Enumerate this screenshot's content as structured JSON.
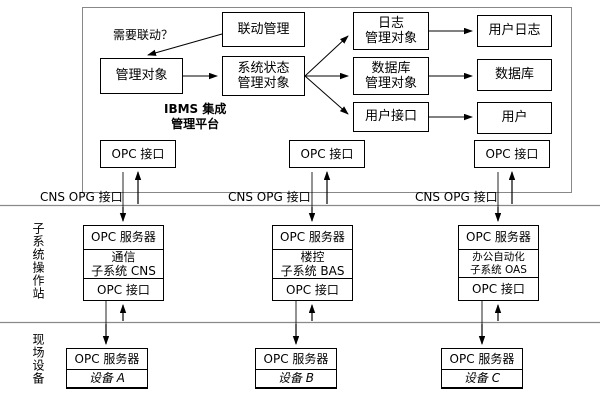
{
  "diagram": {
    "title_label": "IBMS 集成\n管理平台",
    "ibms": {
      "platform_line1": "IBMS 集成",
      "platform_line2": "管理平台",
      "question_label": "需要联动？",
      "boxes": {
        "linkage_management": "联动管理",
        "managed_object": "管理对象",
        "system_status_line1": "系统状态",
        "system_status_line2": "管理对象",
        "log_manage_line1": "日志",
        "log_manage_line2": "管理对象",
        "db_manage_line1": "数据库",
        "db_manage_line2": "管理对象",
        "user_interface": "用户接口",
        "user_log": "用户日志",
        "database": "数据库",
        "user": "用户"
      },
      "opc_interface_left": "OPC 接口",
      "opc_interface_mid": "OPC 接口",
      "opc_interface_right": "OPC 接口"
    },
    "bus": {
      "label_left": "CNS  OPG 接口",
      "label_mid": "CNS  OPG 接口",
      "label_right": "CNS  OPG 接口"
    },
    "tier_labels": {
      "subsystem_station": "子系统操作站",
      "field_device": "现场设备"
    },
    "subsystems": [
      {
        "server": "OPC 服务器",
        "name_line1": "通信",
        "name_line2": "子系统 CNS",
        "opc_interface": "OPC 接口"
      },
      {
        "server": "OPC 服务器",
        "name_line1": "楼控",
        "name_line2": "子系统 BAS",
        "opc_interface": "OPC 接口"
      },
      {
        "server": "OPC 服务器",
        "name_line1": "办公自动化",
        "name_line2": "子系统 OAS",
        "opc_interface": "OPC 接口"
      }
    ],
    "devices": [
      {
        "server": "OPC 服务器",
        "name": "设备 A"
      },
      {
        "server": "OPC 服务器",
        "name": "设备 B"
      },
      {
        "server": "OPC 服务器",
        "name": "设备 C"
      }
    ],
    "colors": {
      "stroke": "#000000",
      "outer_stroke": "#888888",
      "background": "#ffffff"
    }
  }
}
